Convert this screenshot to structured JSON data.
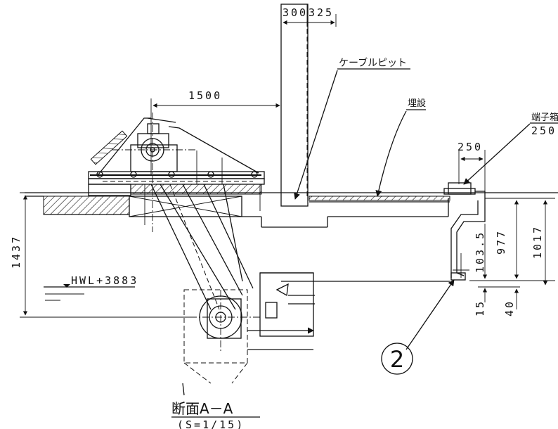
{
  "labels": {
    "cable_pit": "ケーブルピット",
    "buried": "埋設",
    "terminal_box": "端子箱",
    "hwl": "HWL+3883",
    "section_title": "断面A－A",
    "scale": "(S=1/15)",
    "callout_number": "2"
  },
  "dimensions": {
    "d300": "300",
    "d325": "325",
    "d1500": "1500",
    "d250_top": "250",
    "d250": "250",
    "d1437": "1437",
    "d1017": "1017",
    "d977": "977",
    "d103_5": "103.5",
    "d15": "15",
    "d40": "40"
  }
}
